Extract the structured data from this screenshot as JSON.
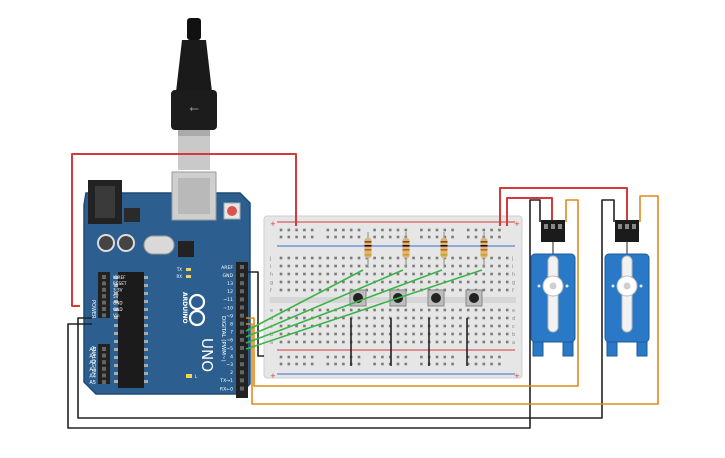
{
  "colors": {
    "board": "#2c5f8f",
    "board_edge": "#1f4a73",
    "breadboard": "#e6e6e6",
    "wire_red": "#d33a3a",
    "wire_black": "#222222",
    "wire_orange": "#e08a1e",
    "wire_green": "#3db449",
    "servo": "#2a79c6",
    "resistor": "#d9b777"
  },
  "arduino": {
    "brand": "ARDUINO",
    "model": "UNO",
    "digital_label": "DIGITAL (PWM~)",
    "power_label": "POWER",
    "analog_label": "ANALOG IN",
    "tx_label": "TX",
    "rx_label": "RX",
    "l_label": "L",
    "header_digital": [
      "AREF",
      "GND",
      "13",
      "12",
      "~11",
      "~10",
      "~9",
      "8",
      "7",
      "~6",
      "~5",
      "4",
      "~3",
      "2",
      "TX→1",
      "RX←0"
    ],
    "header_power": [
      "IOREF",
      "RESET",
      "3.3V",
      "5V",
      "GND",
      "GND",
      "Vin"
    ],
    "header_analog": [
      "A0",
      "A1",
      "A2",
      "A3",
      "A4",
      "A5"
    ]
  },
  "breadboard": {
    "row_letters_top": [
      "j",
      "i",
      "h",
      "g",
      "f"
    ],
    "row_letters_bottom": [
      "e",
      "d",
      "c",
      "b",
      "a"
    ],
    "plus": "+",
    "minus": "−"
  },
  "components": {
    "resistors": 4,
    "pushbuttons": 4,
    "servos": 2
  }
}
